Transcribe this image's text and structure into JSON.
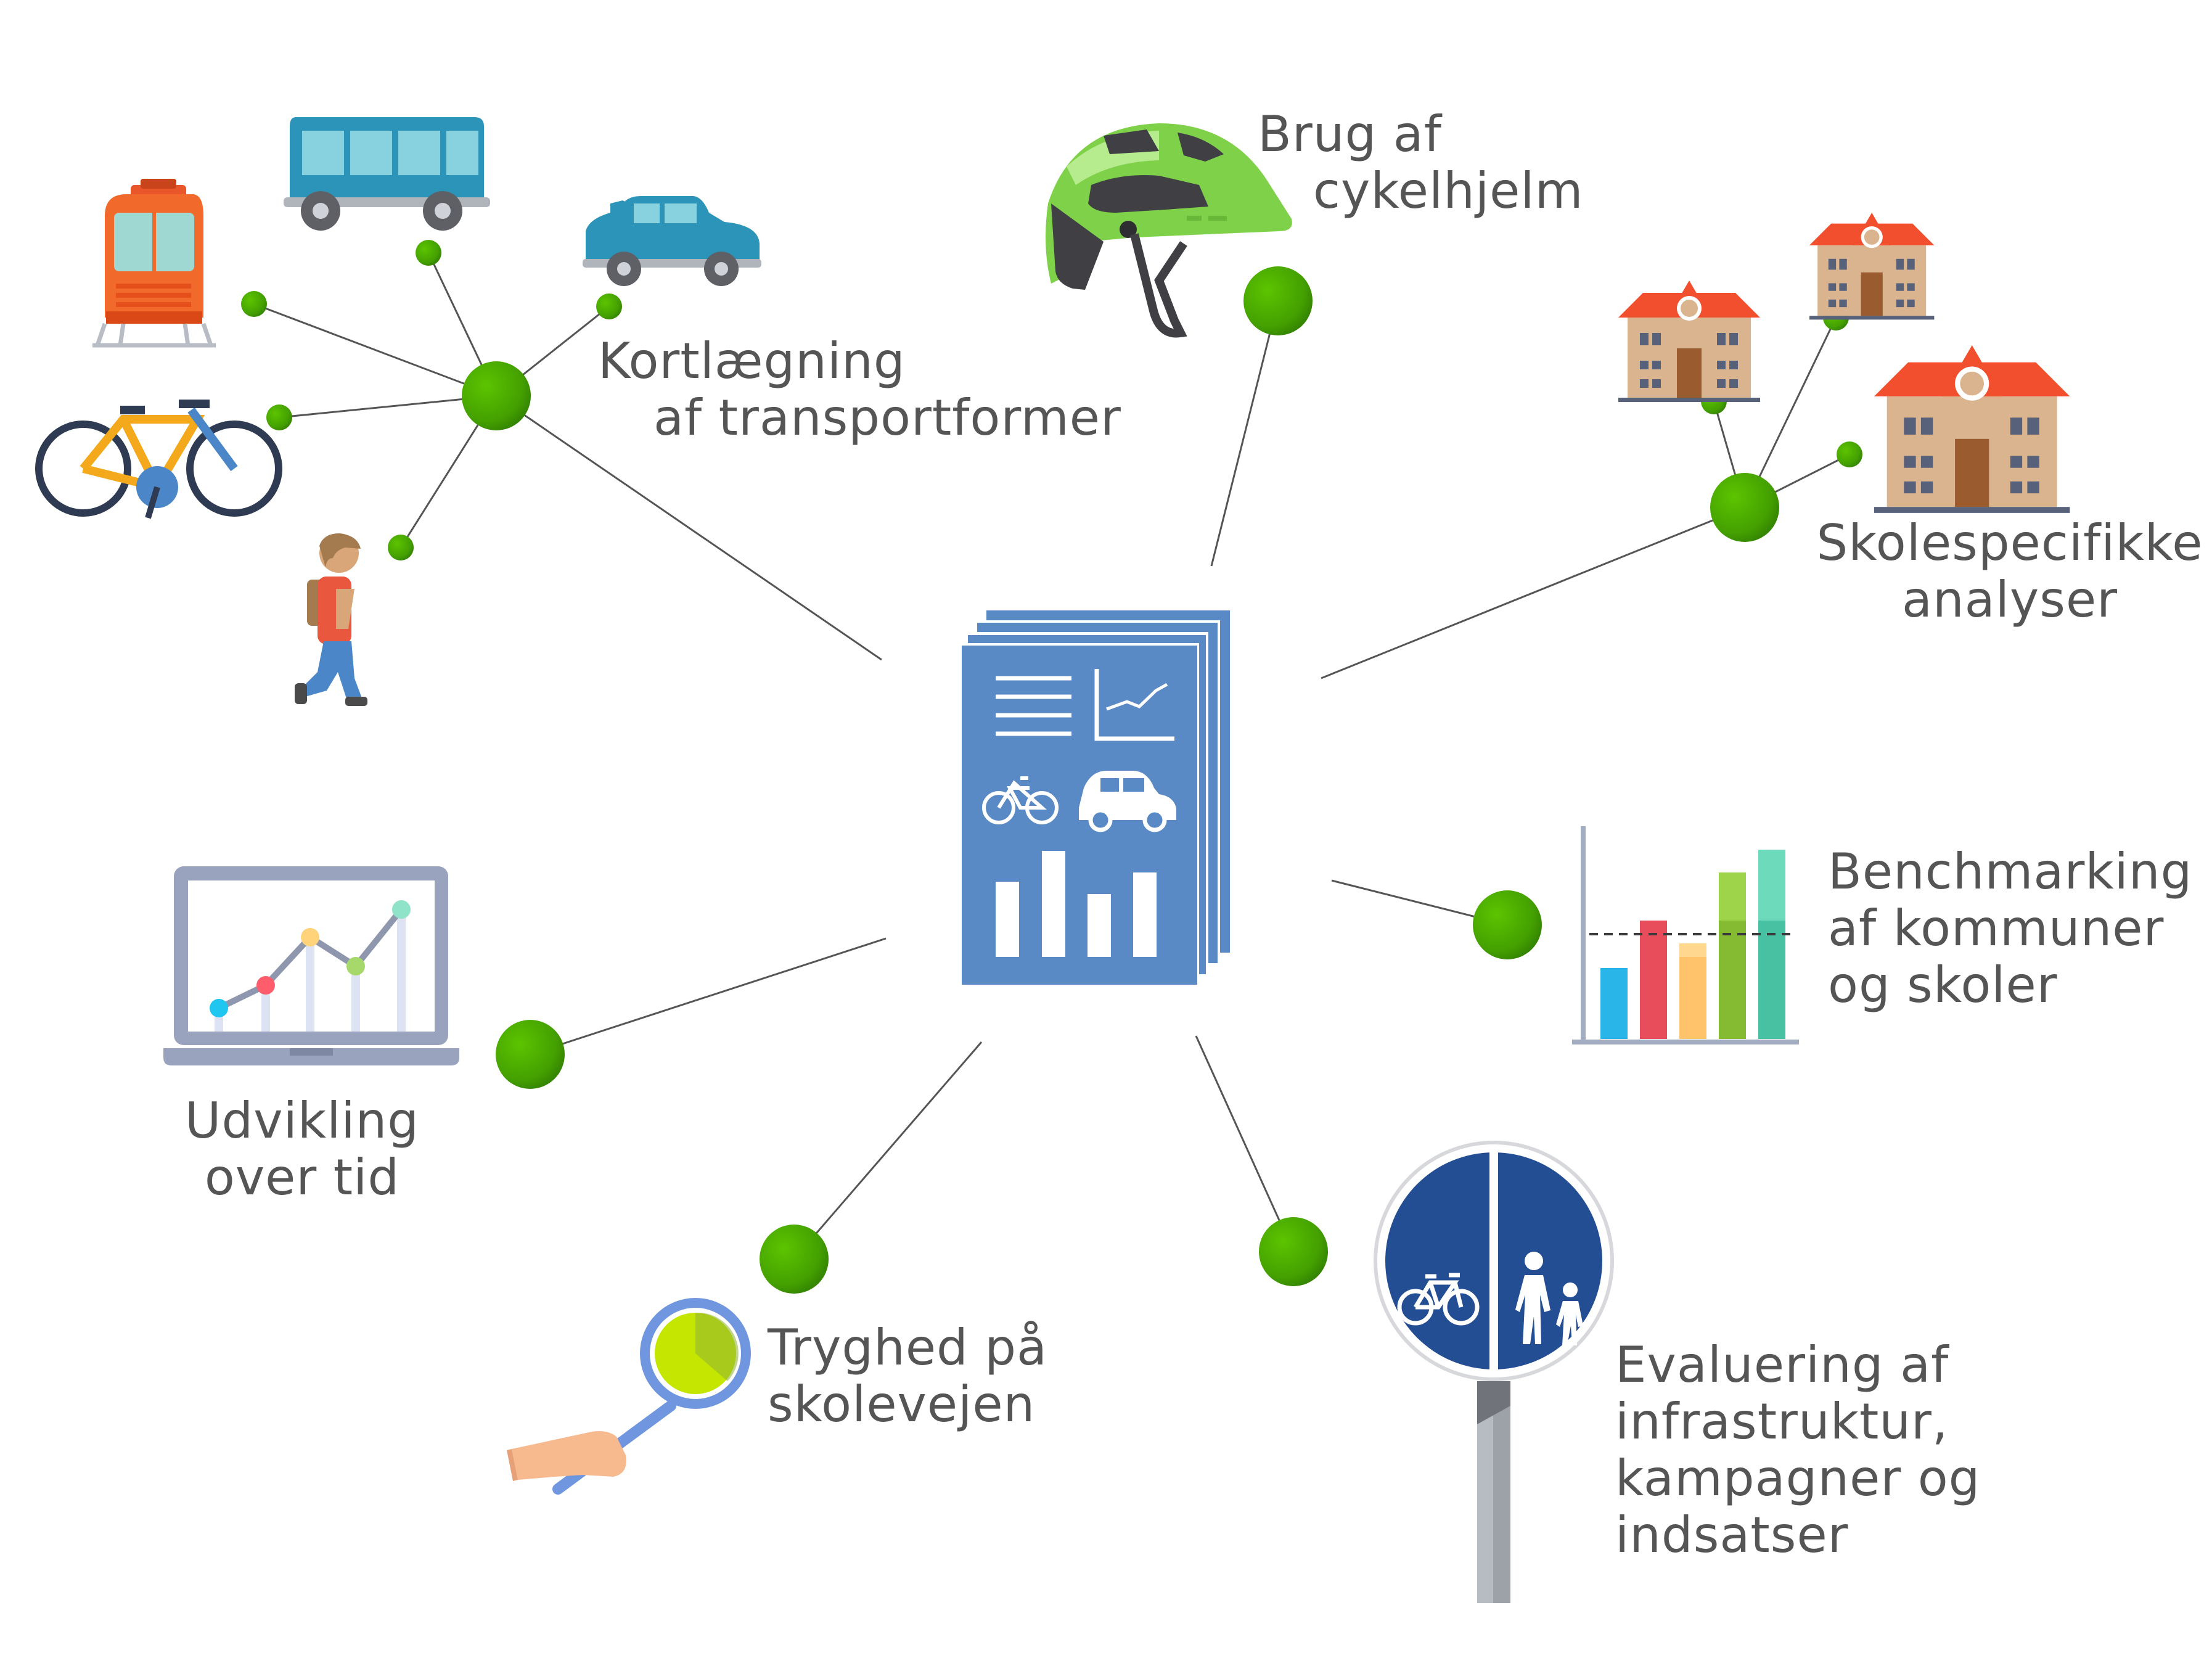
{
  "colors": {
    "node_green": "#4aa300",
    "node_green_dark": "#2f7a00",
    "edge_gray": "#555555",
    "doc_blue": "#5a8ac6",
    "text_gray": "#555555"
  },
  "topics": {
    "transport": {
      "line1": "Kortlægning",
      "line2": "af transportformer",
      "icons": [
        "train-icon",
        "bus-icon",
        "car-icon",
        "bicycle-icon",
        "pedestrian-icon"
      ]
    },
    "helmet": {
      "line1": "Brug af",
      "line2": "cykelhjelm",
      "icons": [
        "bike-helmet-icon"
      ]
    },
    "schools": {
      "line1": "Skolespecifikke",
      "line2": "analyser",
      "icons": [
        "school-building-icon",
        "school-building-icon",
        "school-building-icon"
      ]
    },
    "benchmark": {
      "line1": "Benchmarking",
      "line2": "af kommuner",
      "line3": "og skoler",
      "icons": [
        "bar-chart-icon"
      ]
    },
    "evaluation": {
      "line1": "Evaluering af",
      "line2": "infrastruktur,",
      "line3": "kampagner og",
      "line4": "indsatser",
      "icons": [
        "shared-path-sign-icon"
      ]
    },
    "safety": {
      "line1": "Tryghed på",
      "line2": "skolevejen",
      "icons": [
        "school-patrol-sign-icon"
      ]
    },
    "development": {
      "line1": "Udvikling",
      "line2": "over tid",
      "icons": [
        "laptop-line-chart-icon"
      ]
    }
  },
  "center": {
    "icon": "report-documents-icon"
  }
}
